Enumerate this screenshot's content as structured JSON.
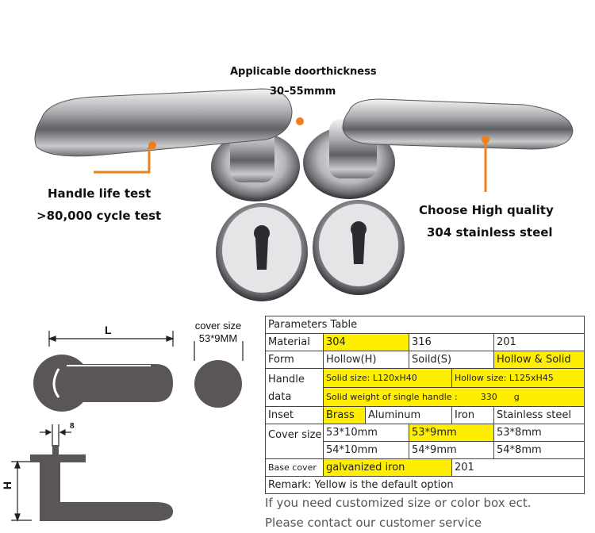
{
  "callouts": {
    "thickness_line1": "Applicable doorthickness",
    "thickness_line2": "30–55mmm",
    "life_line1": "Handle life test",
    "life_line2": ">80,000 cycle test",
    "quality_line1": "Choose High quality",
    "quality_line2": "304 stainless steel"
  },
  "drawing": {
    "cover_size_label": "cover size",
    "cover_size_value": "53*9MM",
    "dim_length": "L",
    "dim_width": "8",
    "dim_height": "H"
  },
  "table": {
    "title": "Parameters Table",
    "material": {
      "label": "Material",
      "opt1": "304",
      "opt2": "316",
      "opt3": "201"
    },
    "form": {
      "label": "Form",
      "opt1": "Hollow(H)",
      "opt2": "Soild(S)",
      "opt3": "Hollow & Solid"
    },
    "handle": {
      "label1": "Handle",
      "label2": "data",
      "solid_size": "Solid size: L120xH40",
      "hollow_size": "Hollow size: L125xH45",
      "weight_label": "Solid weight of single handle :",
      "weight_value": "330",
      "weight_unit": "g"
    },
    "inset": {
      "label": "Inset",
      "opt1": "Brass",
      "opt2": "Aluminum",
      "opt3": "Iron",
      "opt4": "Stainless steel"
    },
    "cover": {
      "label": "Cover size",
      "row1": [
        "53*10mm",
        "53*9mm",
        "53*8mm"
      ],
      "row2": [
        "54*10mm",
        "54*9mm",
        "54*8mm"
      ]
    },
    "base_cover": {
      "label": "Base cover",
      "opt1": "galvanized iron",
      "opt2": "201"
    },
    "remark": "Remark: Yellow is the default option"
  },
  "notes": {
    "line1": "If you need customized size or color box ect.",
    "line2": "Please contact our customer service"
  },
  "colors": {
    "highlight": "#ffee00",
    "accent_orange": "#f07f1e",
    "drawing_gray": "#5a5655"
  }
}
